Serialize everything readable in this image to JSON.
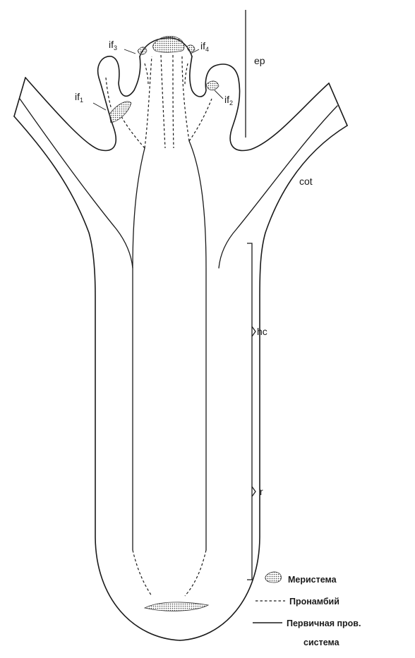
{
  "diagram": {
    "labels": {
      "if1": {
        "base": "if",
        "sub": "1"
      },
      "if2": {
        "base": "if",
        "sub": "2"
      },
      "if3": {
        "base": "if",
        "sub": "3"
      },
      "if4": {
        "base": "if",
        "sub": "4"
      },
      "ep": "ep",
      "cot": "cot",
      "hc": "hc",
      "r": "r"
    },
    "legend": {
      "meristem": "Меристема",
      "procambium": "Пронамбий",
      "primary_line1": "Первичная пров.",
      "primary_line2": "система"
    },
    "colors": {
      "ink": "#1a1a1a",
      "background": "#ffffff"
    }
  }
}
